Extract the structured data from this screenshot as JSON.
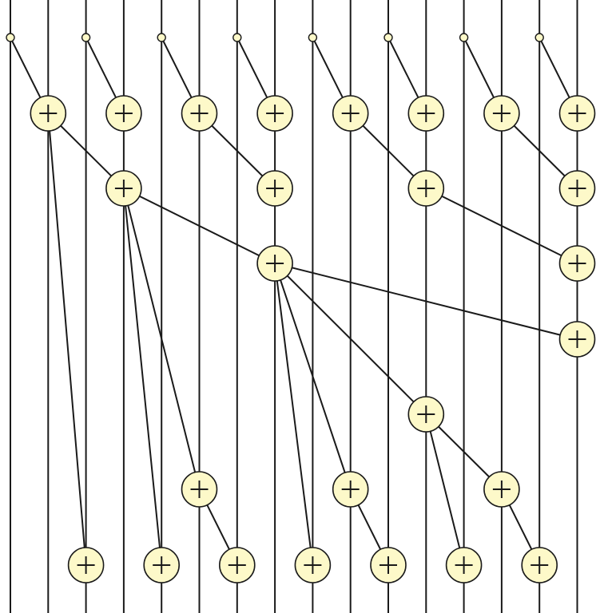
{
  "diagram": {
    "description_kind": "parallel prefix sum network (Brent-Kung)",
    "wire_count": 16,
    "colors": {
      "background": "#ffffff",
      "wire": "#1a1a1a",
      "adder_fill": "#fdf9c9",
      "tap_fill": "#fdf9c9"
    },
    "icons": {
      "adder": "plus-in-circle-icon",
      "tap": "small-dot-icon"
    },
    "adder_symbol": "+",
    "stages": [
      {
        "name": "up-sweep-1",
        "ops": [
          [
            0,
            1
          ],
          [
            2,
            3
          ],
          [
            4,
            5
          ],
          [
            6,
            7
          ],
          [
            8,
            9
          ],
          [
            10,
            11
          ],
          [
            12,
            13
          ],
          [
            14,
            15
          ]
        ]
      },
      {
        "name": "up-sweep-2",
        "ops": [
          [
            1,
            3
          ],
          [
            5,
            7
          ],
          [
            9,
            11
          ],
          [
            13,
            15
          ]
        ]
      },
      {
        "name": "up-sweep-3",
        "ops": [
          [
            3,
            7
          ],
          [
            11,
            15
          ]
        ]
      },
      {
        "name": "up-sweep-4",
        "ops": [
          [
            7,
            15
          ]
        ]
      },
      {
        "name": "down-sweep-1",
        "ops": [
          [
            7,
            11
          ]
        ]
      },
      {
        "name": "down-sweep-2",
        "ops": [
          [
            3,
            5
          ],
          [
            7,
            9
          ],
          [
            11,
            13
          ]
        ]
      },
      {
        "name": "down-sweep-3",
        "ops": [
          [
            1,
            2
          ],
          [
            3,
            4
          ],
          [
            5,
            6
          ],
          [
            7,
            8
          ],
          [
            9,
            10
          ],
          [
            11,
            12
          ],
          [
            13,
            14
          ]
        ]
      }
    ]
  }
}
